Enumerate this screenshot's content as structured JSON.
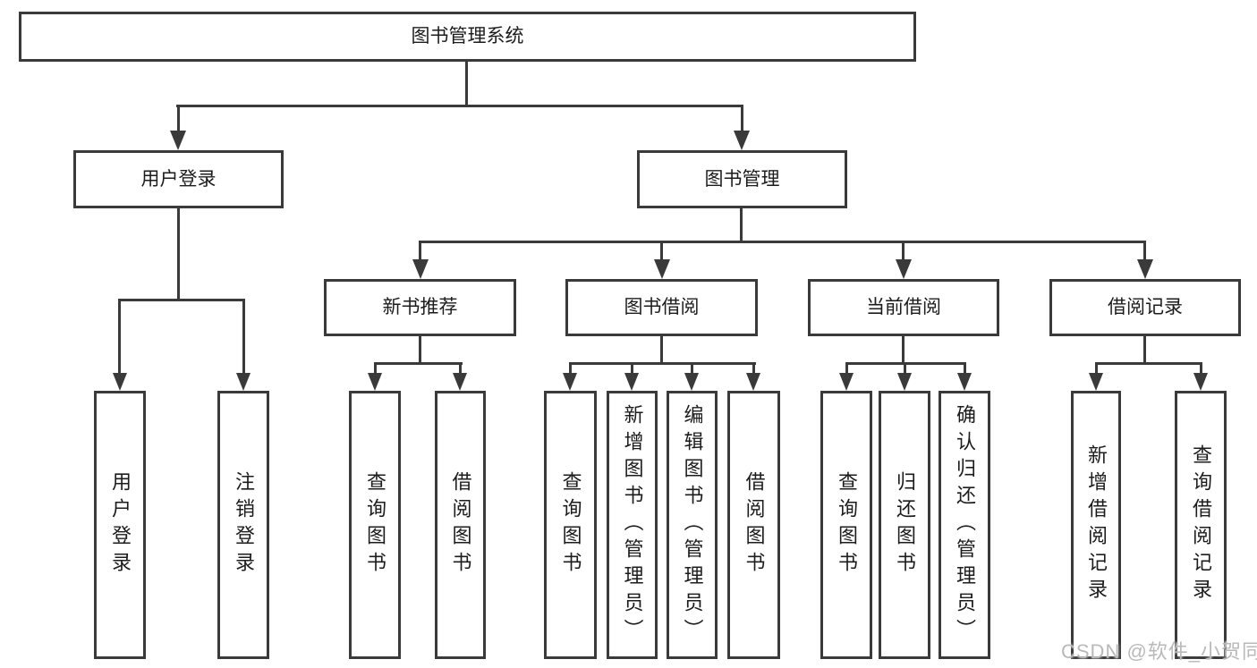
{
  "diagram": {
    "title": "图书管理系统",
    "type": "hierarchy-tree",
    "colors": {
      "line": "#3a3a3a",
      "text": "#1c1c1c",
      "background": "#ffffff",
      "watermark_text_color": "#b9b9b9"
    },
    "nodes": {
      "root": "图书管理系统",
      "user_login": "用户登录",
      "book_mgmt": "图书管理",
      "new_book_rec": "新书推荐",
      "book_borrow": "图书借阅",
      "current_borrow": "当前借阅",
      "borrow_record": "借阅记录",
      "ul_login": "用户登录",
      "ul_logout": "注销登录",
      "nb_query": "查询图书",
      "nb_borrow": "借阅图书",
      "bb_query": "查询图书",
      "bb_add": "新增图书（管理员）",
      "bb_edit": "编辑图书（管理员）",
      "bb_borrow": "借阅图书",
      "cb_query": "查询图书",
      "cb_return": "归还图书",
      "cb_confirm": "确认归还（管理员）",
      "br_add": "新增借阅记录",
      "br_query": "查询借阅记录"
    },
    "tree": {
      "root": [
        "user_login",
        "book_mgmt"
      ],
      "user_login": [
        "ul_login",
        "ul_logout"
      ],
      "book_mgmt": [
        "new_book_rec",
        "book_borrow",
        "current_borrow",
        "borrow_record"
      ],
      "new_book_rec": [
        "nb_query",
        "nb_borrow"
      ],
      "book_borrow": [
        "bb_query",
        "bb_add",
        "bb_edit",
        "bb_borrow"
      ],
      "current_borrow": [
        "cb_query",
        "cb_return",
        "cb_confirm"
      ],
      "borrow_record": [
        "br_add",
        "br_query"
      ]
    }
  },
  "watermark": {
    "text": "CSDN @软件_小贺同学"
  }
}
